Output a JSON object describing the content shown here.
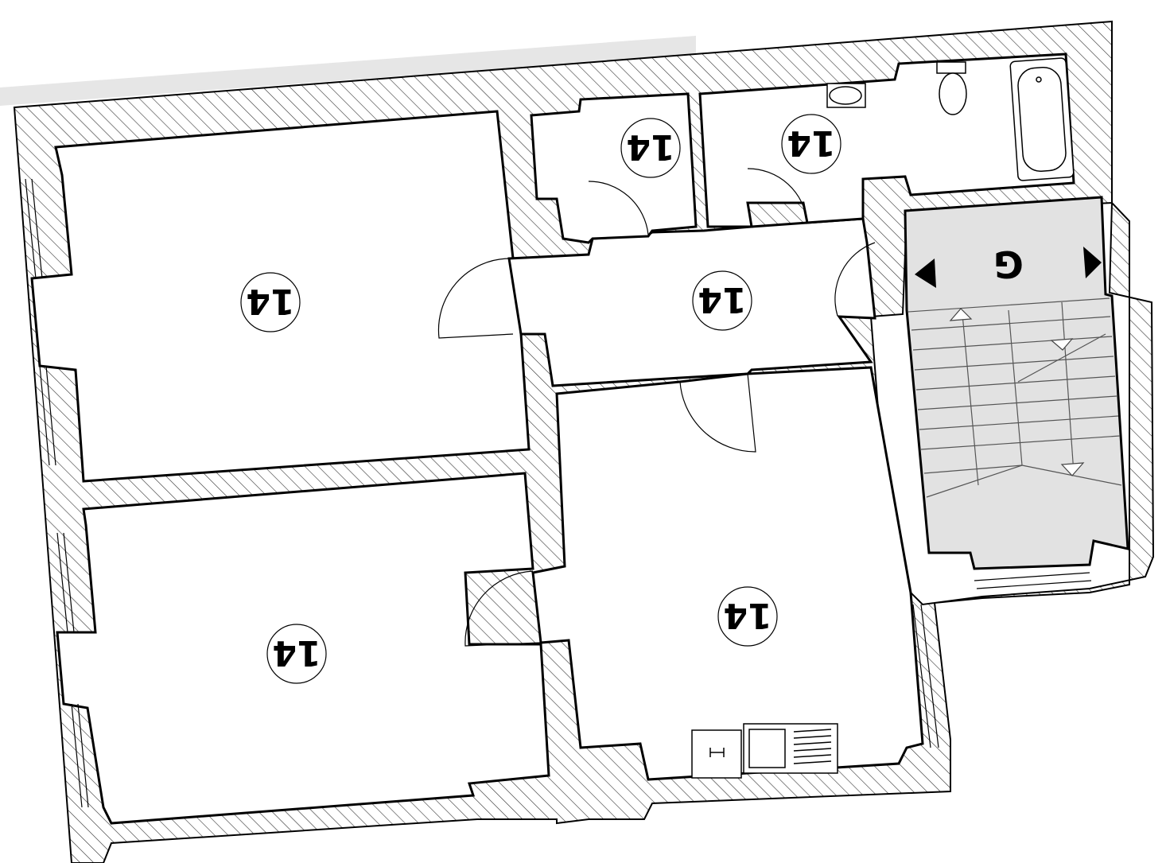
{
  "plan": {
    "rooms": [
      {
        "id": "room-1",
        "label": "14"
      },
      {
        "id": "room-2",
        "label": "14"
      },
      {
        "id": "room-3",
        "label": "14"
      },
      {
        "id": "room-4",
        "label": "14"
      },
      {
        "id": "room-5",
        "label": "14"
      },
      {
        "id": "room-6",
        "label": "14"
      }
    ],
    "stair_symbol": "G",
    "colors": {
      "wall_line": "#000000",
      "hatch": "#333333",
      "stairwell_fill": "#e2e2e2",
      "top_strip": "#e6e6e6"
    }
  }
}
